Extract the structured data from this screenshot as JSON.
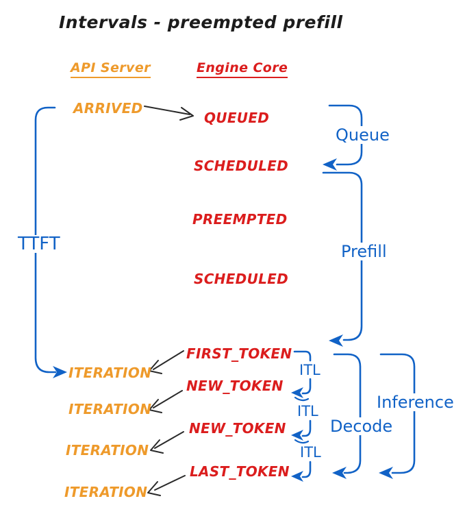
{
  "title": "Intervals - preempted prefill",
  "columns": {
    "api": "API Server",
    "engine": "Engine Core"
  },
  "events": [
    {
      "id": "arrived",
      "actor": "api-server",
      "label": "ARRIVED"
    },
    {
      "id": "queued",
      "actor": "engine-core",
      "label": "QUEUED"
    },
    {
      "id": "scheduled-1",
      "actor": "engine-core",
      "label": "SCHEDULED"
    },
    {
      "id": "preempted",
      "actor": "engine-core",
      "label": "PREEMPTED"
    },
    {
      "id": "scheduled-2",
      "actor": "engine-core",
      "label": "SCHEDULED"
    },
    {
      "id": "first-token",
      "actor": "engine-core",
      "label": "FIRST_TOKEN"
    },
    {
      "id": "iteration-1",
      "actor": "api-server",
      "label": "ITERATION"
    },
    {
      "id": "new-token-1",
      "actor": "engine-core",
      "label": "NEW_TOKEN"
    },
    {
      "id": "iteration-2",
      "actor": "api-server",
      "label": "ITERATION"
    },
    {
      "id": "new-token-2",
      "actor": "engine-core",
      "label": "NEW_TOKEN"
    },
    {
      "id": "iteration-3",
      "actor": "api-server",
      "label": "ITERATION"
    },
    {
      "id": "last-token",
      "actor": "engine-core",
      "label": "LAST_TOKEN"
    },
    {
      "id": "iteration-4",
      "actor": "api-server",
      "label": "ITERATION"
    }
  ],
  "intervals": {
    "ttft": "TTFT",
    "queue": "Queue",
    "prefill": "Prefill",
    "itl_1": "ITL",
    "itl_2": "ITL",
    "itl_3": "ITL",
    "decode": "Decode",
    "inference": "Inference"
  },
  "colors": {
    "api_server_orange": "#EE9A2B",
    "engine_core_red": "#DB1D1D",
    "interval_blue": "#1162C6",
    "arrow_black": "#2A2A2A",
    "background": "#FFFFFF"
  }
}
